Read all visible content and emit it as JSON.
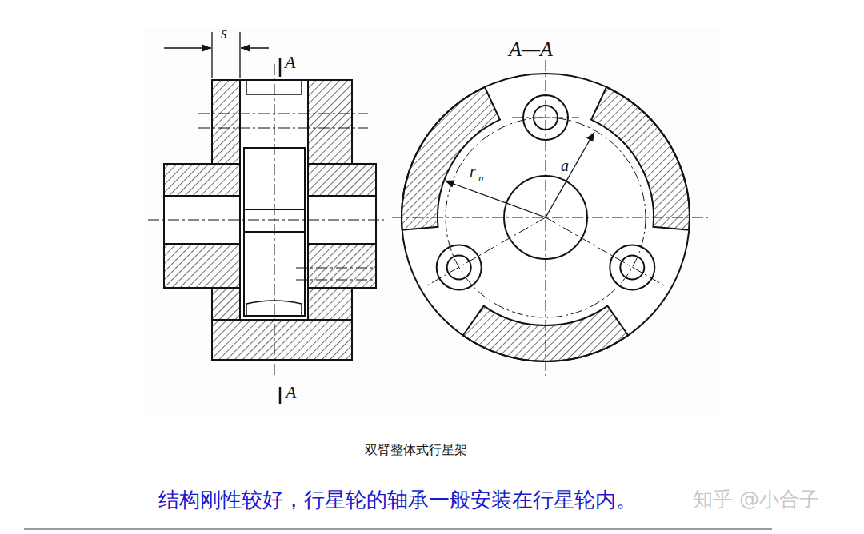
{
  "diagram": {
    "caption": "双臂整体式行星架",
    "labels": [
      "s",
      "A",
      "A",
      "A—A",
      "r",
      "n",
      "a",
      "结构刚性较好，行星轮的轴承一般安装在行星轮内。",
      "知乎 @小合子"
    ]
  }
}
